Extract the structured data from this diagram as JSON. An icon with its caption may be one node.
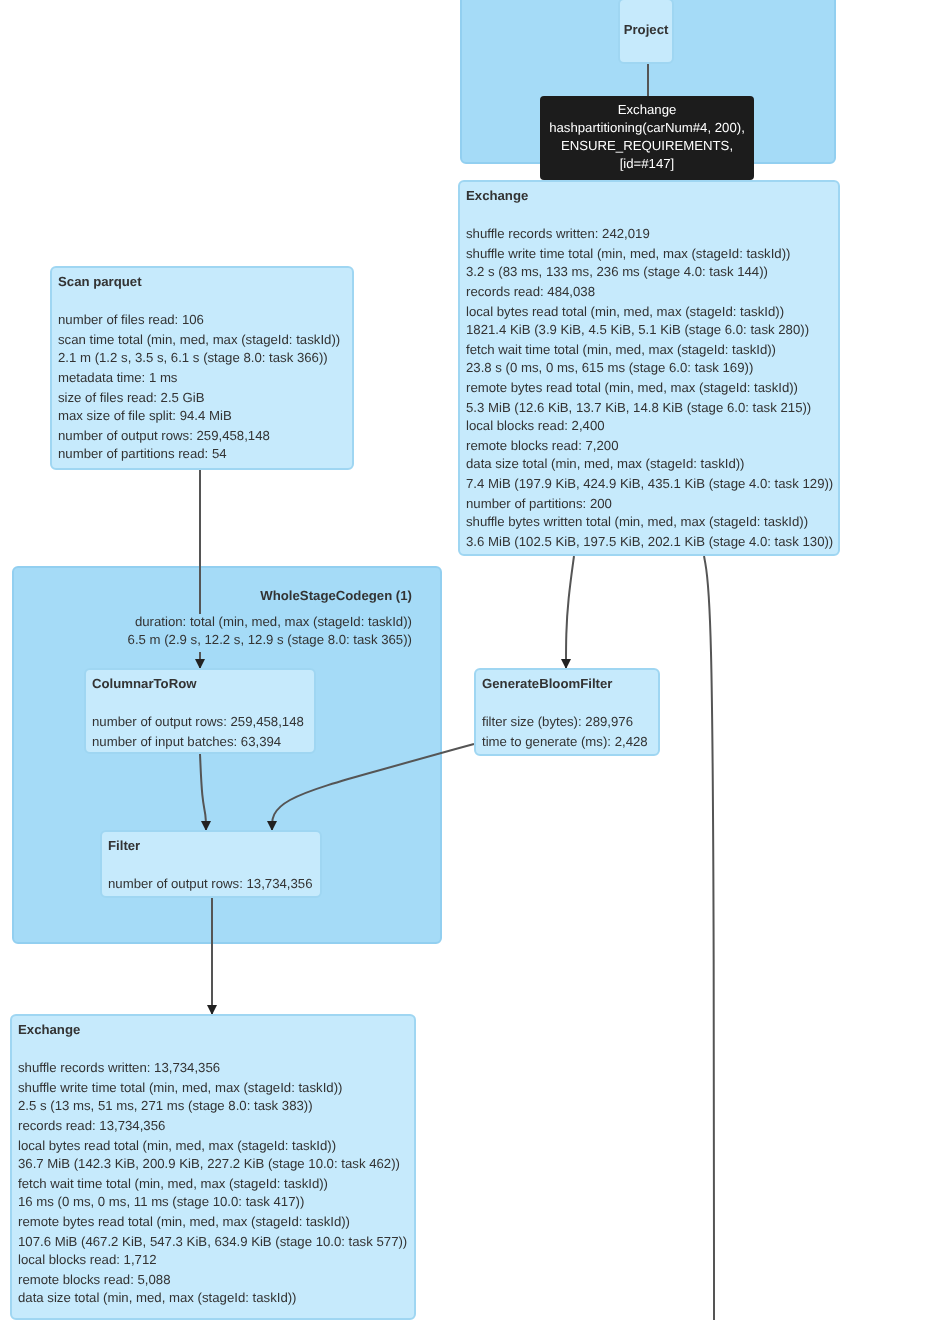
{
  "diagram": {
    "nodes": [
      {
        "text": [],
        "shape": "box"
      },
      {
        "text": [
          "Project"
        ],
        "in": 0
      },
      {
        "text": [
          "Exchange",
          "shuffle records written: 242,019",
          "shuffle write time total (min, med, max (stageId: taskId))",
          "3.2 s (83 ms, 133 ms, 236 ms (stage 4.0: task 144))",
          "records read: 484,038",
          "local bytes read total (min, med, max (stageId: taskId))",
          "1821.4 KiB (3.9 KiB, 4.5 KiB, 5.1 KiB (stage 6.0: task 280))",
          "fetch wait time total (min, med, max (stageId: taskId))",
          "23.8 s (0 ms, 0 ms, 615 ms (stage 6.0: task 169))",
          "remote bytes read total (min, med, max (stageId: taskId))",
          "5.3 MiB (12.6 KiB, 13.7 KiB, 14.8 KiB (stage 6.0: task 215))",
          "local blocks read: 2,400",
          "remote blocks read: 7,200",
          "data size total (min, med, max (stageId: taskId))",
          "7.4 MiB (197.9 KiB, 424.9 KiB, 435.1 KiB (stage 4.0: task 129))",
          "number of partitions: 200",
          "shuffle bytes written total (min, med, max (stageId: taskId))",
          "3.6 MiB (102.5 KiB, 197.5 KiB, 202.1 KiB (stage 4.0: task 130))"
        ]
      },
      {
        "text": [
          "Scan parquet",
          "number of files read: 106",
          "scan time total (min, med, max (stageId: taskId))",
          "2.1 m (1.2 s, 3.5 s, 6.1 s (stage 8.0: task 366))",
          "metadata time: 1 ms",
          "size of files read: 2.5 GiB",
          "max size of file split: 94.4 MiB",
          "number of output rows: 259,458,148",
          "number of partitions read: 54"
        ]
      },
      {
        "text": [
          "WholeStageCodegen (1)",
          "duration: total (min, med, max (stageId: taskId))",
          "6.5 m (2.9 s, 12.2 s, 12.9 s (stage 8.0: task 365))"
        ]
      },
      {
        "text": [
          "ColumnarToRow",
          "number of output rows: 259,458,148",
          "number of input batches: 63,394"
        ],
        "in": 4
      },
      {
        "text": [
          "GenerateBloomFilter",
          "filter size (bytes): 289,976",
          "time to generate (ms): 2,428"
        ]
      },
      {
        "text": [
          "Filter",
          "number of output rows: 13,734,356"
        ],
        "in": 4
      },
      {
        "text": [
          "Exchange",
          "shuffle records written: 13,734,356",
          "shuffle write time total (min, med, max (stageId: taskId))",
          "2.5 s (13 ms, 51 ms, 271 ms (stage 8.0: task 383))",
          "records read: 13,734,356",
          "local bytes read total (min, med, max (stageId: taskId))",
          "36.7 MiB (142.3 KiB, 200.9 KiB, 227.2 KiB (stage 10.0: task 462))",
          "fetch wait time total (min, med, max (stageId: taskId))",
          "16 ms (0 ms, 0 ms, 11 ms (stage 10.0: task 417))",
          "remote bytes read total (min, med, max (stageId: taskId))",
          "107.6 MiB (467.2 KiB, 547.3 KiB, 634.9 KiB (stage 10.0: task 577))",
          "local blocks read: 1,712",
          "remote blocks read: 5,088",
          "data size total (min, med, max (stageId: taskId))"
        ]
      }
    ],
    "edges": [
      {
        "from": 1,
        "to": 2,
        "arrow": "to",
        "label": "Exchange hashpartitioning(carNum#4, 200), ENSURE_REQUIREMENTS, [id=#147]"
      },
      {
        "from": 2,
        "to": 6,
        "arrow": "to"
      },
      {
        "from": 2,
        "to": null,
        "arrow": "none"
      },
      {
        "from": 3,
        "to": 5,
        "arrow": "to"
      },
      {
        "from": 5,
        "to": 7,
        "arrow": "to"
      },
      {
        "from": 6,
        "to": 7,
        "arrow": "to"
      },
      {
        "from": 7,
        "to": 8,
        "arrow": "to"
      }
    ]
  }
}
